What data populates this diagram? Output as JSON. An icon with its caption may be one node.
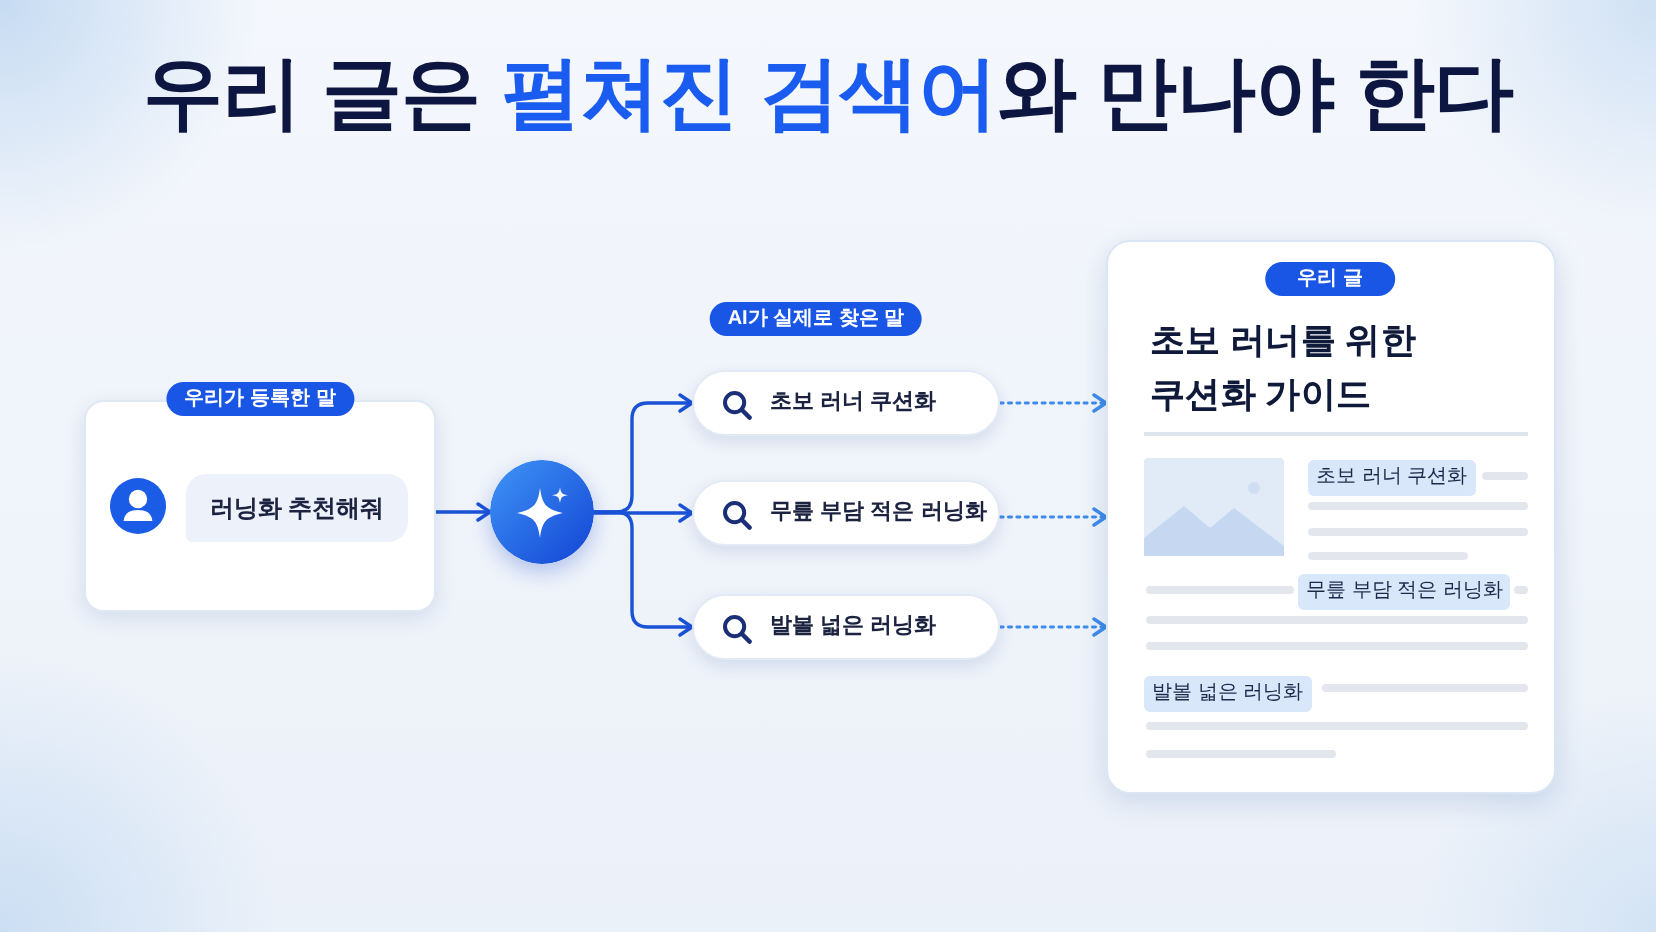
{
  "diagram": {
    "title": "우리 글은 **펼쳐진 검색어**와 만나야 한다",
    "nodes": [
      {
        "text": [
          "우리가 등록한 말"
        ]
      },
      {
        "text": [],
        "shape": "box"
      },
      {
        "text": [
          "러닝화 추천해줘"
        ],
        "in": 1
      },
      {
        "text": [],
        "shape": "circle"
      },
      {
        "text": [
          "AI가 실제로 찾은 말"
        ]
      },
      {
        "text": [
          "초보 러너 쿠션화"
        ]
      },
      {
        "text": [
          "무릎 부담 적은 러닝화"
        ]
      },
      {
        "text": [
          "발볼 넓은 러닝화"
        ]
      },
      {
        "text": [
          "우리 글",
          "초보 러너를 위한 쿠션화 가이드"
        ]
      },
      {
        "text": [
          "초보 러너 쿠션화"
        ],
        "in": 8
      },
      {
        "text": [
          "무릎 부담 적은 러닝화"
        ],
        "in": 8
      },
      {
        "text": [
          "발볼 넓은 러닝화"
        ],
        "in": 8
      }
    ],
    "edges": [
      {
        "from": 1,
        "to": 3,
        "arrow": "to"
      },
      {
        "from": 3,
        "to": 5,
        "arrow": "to"
      },
      {
        "from": 3,
        "to": 6,
        "arrow": "to"
      },
      {
        "from": 3,
        "to": 7,
        "arrow": "to"
      },
      {
        "from": 5,
        "to": 8,
        "arrow": "to",
        "style": "dashed",
        "color": "#3d8bea"
      },
      {
        "from": 6,
        "to": 8,
        "arrow": "to",
        "style": "dashed",
        "color": "#3d8bea"
      },
      {
        "from": 7,
        "to": 8,
        "arrow": "to",
        "style": "dashed",
        "color": "#3d8bea"
      }
    ]
  }
}
